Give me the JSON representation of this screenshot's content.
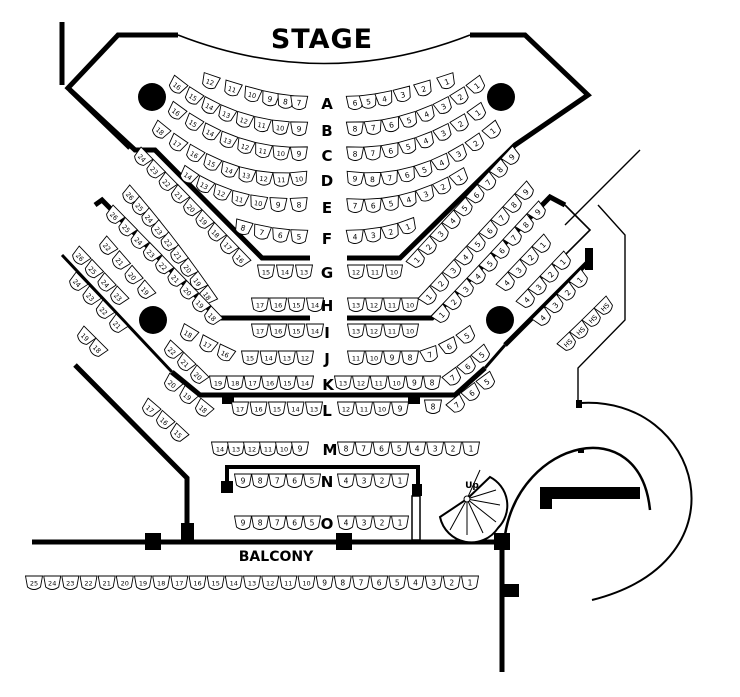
{
  "title": "STAGE",
  "balcony_label": "BALCONY",
  "stairs_label": "Up",
  "row_labels": [
    "A",
    "B",
    "C",
    "D",
    "E",
    "F",
    "G",
    "H",
    "I",
    "J",
    "K",
    "L",
    "M",
    "N",
    "O"
  ],
  "sections": [
    {
      "id": "A-left",
      "row": "A",
      "seats": [
        "12",
        "11",
        "10",
        "9",
        "8",
        "7"
      ]
    },
    {
      "id": "A-right",
      "row": "A",
      "seats": [
        "6",
        "5",
        "4",
        "3",
        "2",
        "1"
      ]
    },
    {
      "id": "B-left",
      "row": "B",
      "seats": [
        "16",
        "15",
        "14",
        "13",
        "12",
        "11",
        "10",
        "9"
      ]
    },
    {
      "id": "B-right",
      "row": "B",
      "seats": [
        "8",
        "7",
        "6",
        "5",
        "4",
        "3",
        "2",
        "1"
      ]
    },
    {
      "id": "C-left",
      "row": "C",
      "seats": [
        "16",
        "15",
        "14",
        "13",
        "12",
        "11",
        "10",
        "9"
      ]
    },
    {
      "id": "C-right",
      "row": "C",
      "seats": [
        "8",
        "7",
        "6",
        "5",
        "4",
        "3",
        "2",
        "1"
      ]
    },
    {
      "id": "D-left",
      "row": "D",
      "seats": [
        "18",
        "17",
        "16",
        "15",
        "14",
        "13",
        "12",
        "11",
        "10"
      ]
    },
    {
      "id": "D-right",
      "row": "D",
      "seats": [
        "9",
        "8",
        "7",
        "6",
        "5",
        "4",
        "3",
        "2",
        "1"
      ]
    },
    {
      "id": "E-left",
      "row": "E",
      "seats": [
        "14",
        "13",
        "12",
        "11",
        "10",
        "9",
        "8"
      ]
    },
    {
      "id": "E-right",
      "row": "E",
      "seats": [
        "7",
        "6",
        "5",
        "4",
        "3",
        "2",
        "1"
      ]
    },
    {
      "id": "F-left",
      "row": "F",
      "seats": [
        "8",
        "7",
        "6",
        "5"
      ]
    },
    {
      "id": "F-right",
      "row": "F",
      "seats": [
        "4",
        "3",
        "2",
        "1"
      ]
    },
    {
      "id": "G-left-diag",
      "row": "G",
      "seats": [
        "24",
        "23",
        "22",
        "21",
        "20",
        "19",
        "18",
        "17",
        "16"
      ]
    },
    {
      "id": "G-left",
      "row": "G",
      "seats": [
        "15",
        "14",
        "13"
      ]
    },
    {
      "id": "G-right",
      "row": "G",
      "seats": [
        "12",
        "11",
        "10"
      ]
    },
    {
      "id": "G-right-diag",
      "row": "G",
      "seats": [
        "9",
        "8",
        "7",
        "6",
        "5",
        "4",
        "3",
        "2",
        "1"
      ]
    },
    {
      "id": "H-left-diag",
      "row": "H",
      "seats": [
        "26",
        "25",
        "24",
        "23",
        "22",
        "21",
        "20",
        "19",
        "18"
      ]
    },
    {
      "id": "H-left",
      "row": "H",
      "seats": [
        "17",
        "16",
        "15",
        "14"
      ]
    },
    {
      "id": "H-right",
      "row": "H",
      "seats": [
        "13",
        "12",
        "11",
        "10"
      ]
    },
    {
      "id": "H-right-diag",
      "row": "H",
      "seats": [
        "9",
        "8",
        "7",
        "6",
        "5",
        "4",
        "3",
        "2",
        "1"
      ]
    },
    {
      "id": "I-left-diag",
      "row": "I",
      "seats": [
        "26",
        "25",
        "24",
        "23",
        "22",
        "21",
        "20",
        "19",
        "18"
      ]
    },
    {
      "id": "I-left",
      "row": "I",
      "seats": [
        "17",
        "16",
        "15",
        "14"
      ]
    },
    {
      "id": "I-right",
      "row": "I",
      "seats": [
        "13",
        "12",
        "11",
        "10"
      ]
    },
    {
      "id": "I-right-diag",
      "row": "I",
      "seats": [
        "9",
        "8",
        "7",
        "6",
        "5",
        "4",
        "3",
        "2",
        "1"
      ]
    },
    {
      "id": "outer-left-1",
      "row": "",
      "seats": [
        "26",
        "25",
        "24",
        "23"
      ]
    },
    {
      "id": "outer-left-2",
      "row": "",
      "seats": [
        "22",
        "21",
        "20",
        "19"
      ]
    },
    {
      "id": "outer-left-3",
      "row": "",
      "seats": [
        "24",
        "23",
        "22",
        "21"
      ]
    },
    {
      "id": "outer-left-4",
      "row": "",
      "seats": [
        "19",
        "18"
      ]
    },
    {
      "id": "outer-left-5",
      "row": "",
      "seats": [
        "17",
        "16",
        "15"
      ]
    },
    {
      "id": "outer-right-1",
      "row": "",
      "seats": [
        "1",
        "2",
        "3",
        "4"
      ]
    },
    {
      "id": "outer-right-2",
      "row": "",
      "seats": [
        "1",
        "2",
        "3",
        "4"
      ]
    },
    {
      "id": "outer-right-3",
      "row": "",
      "seats": [
        "1",
        "2",
        "3",
        "4"
      ]
    },
    {
      "id": "outer-right-hs",
      "row": "",
      "seats": [
        "HS",
        "HS",
        "HS",
        "HS"
      ]
    },
    {
      "id": "J-left-diag",
      "row": "J",
      "seats": [
        "18",
        "17",
        "16"
      ]
    },
    {
      "id": "J-left",
      "row": "J",
      "seats": [
        "15",
        "14",
        "13",
        "12"
      ]
    },
    {
      "id": "J-right",
      "row": "J",
      "seats": [
        "11",
        "10",
        "9",
        "8"
      ]
    },
    {
      "id": "J-right-diag",
      "row": "J",
      "seats": [
        "7",
        "6",
        "5"
      ]
    },
    {
      "id": "K-left-diag",
      "row": "K",
      "seats": [
        "22",
        "21",
        "20"
      ]
    },
    {
      "id": "K-left",
      "row": "K",
      "seats": [
        "19",
        "18",
        "17",
        "16",
        "15",
        "14"
      ]
    },
    {
      "id": "K-right",
      "row": "K",
      "seats": [
        "13",
        "12",
        "11",
        "10",
        "9",
        "8"
      ]
    },
    {
      "id": "K-right-diag",
      "row": "K",
      "seats": [
        "7",
        "6",
        "5"
      ]
    },
    {
      "id": "L-left-diag",
      "row": "L",
      "seats": [
        "20",
        "19",
        "18"
      ]
    },
    {
      "id": "L-left",
      "row": "L",
      "seats": [
        "17",
        "16",
        "15",
        "14",
        "13"
      ]
    },
    {
      "id": "L-right",
      "row": "L",
      "seats": [
        "12",
        "11",
        "10",
        "9"
      ]
    },
    {
      "id": "L-right-8",
      "row": "L",
      "seats": [
        "8"
      ]
    },
    {
      "id": "L-right-diag",
      "row": "L",
      "seats": [
        "7",
        "6",
        "5"
      ]
    },
    {
      "id": "M-left",
      "row": "M",
      "seats": [
        "14",
        "13",
        "12",
        "11",
        "10",
        "9"
      ]
    },
    {
      "id": "M-right",
      "row": "M",
      "seats": [
        "8",
        "7",
        "6",
        "5",
        "4",
        "3",
        "2",
        "1"
      ]
    },
    {
      "id": "N-left",
      "row": "N",
      "seats": [
        "9",
        "8",
        "7",
        "6",
        "5"
      ]
    },
    {
      "id": "N-right",
      "row": "N",
      "seats": [
        "4",
        "3",
        "2",
        "1"
      ]
    },
    {
      "id": "O-left",
      "row": "O",
      "seats": [
        "9",
        "8",
        "7",
        "6",
        "5"
      ]
    },
    {
      "id": "O-right",
      "row": "O",
      "seats": [
        "4",
        "3",
        "2",
        "1"
      ]
    },
    {
      "id": "balcony",
      "row": "Balcony",
      "seats": [
        "25",
        "24",
        "23",
        "22",
        "21",
        "20",
        "19",
        "18",
        "17",
        "16",
        "15",
        "14",
        "13",
        "12",
        "11",
        "10",
        "9",
        "8",
        "7",
        "6",
        "5",
        "4",
        "3",
        "2",
        "1"
      ]
    }
  ]
}
